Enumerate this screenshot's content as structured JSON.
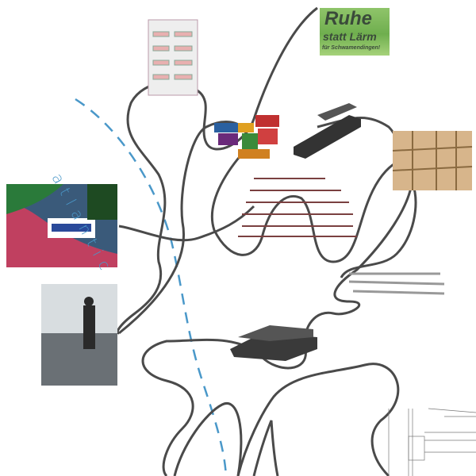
{
  "sign": {
    "line1": "Ruhe",
    "line2": "statt Lärm",
    "line3": "für Schwamendingen!"
  },
  "label": {
    "atlantic": "atlantic"
  },
  "colors": {
    "path": "#4a4a4a",
    "dashed": "#4a98c9",
    "sign_bg": "#7ab85a"
  }
}
